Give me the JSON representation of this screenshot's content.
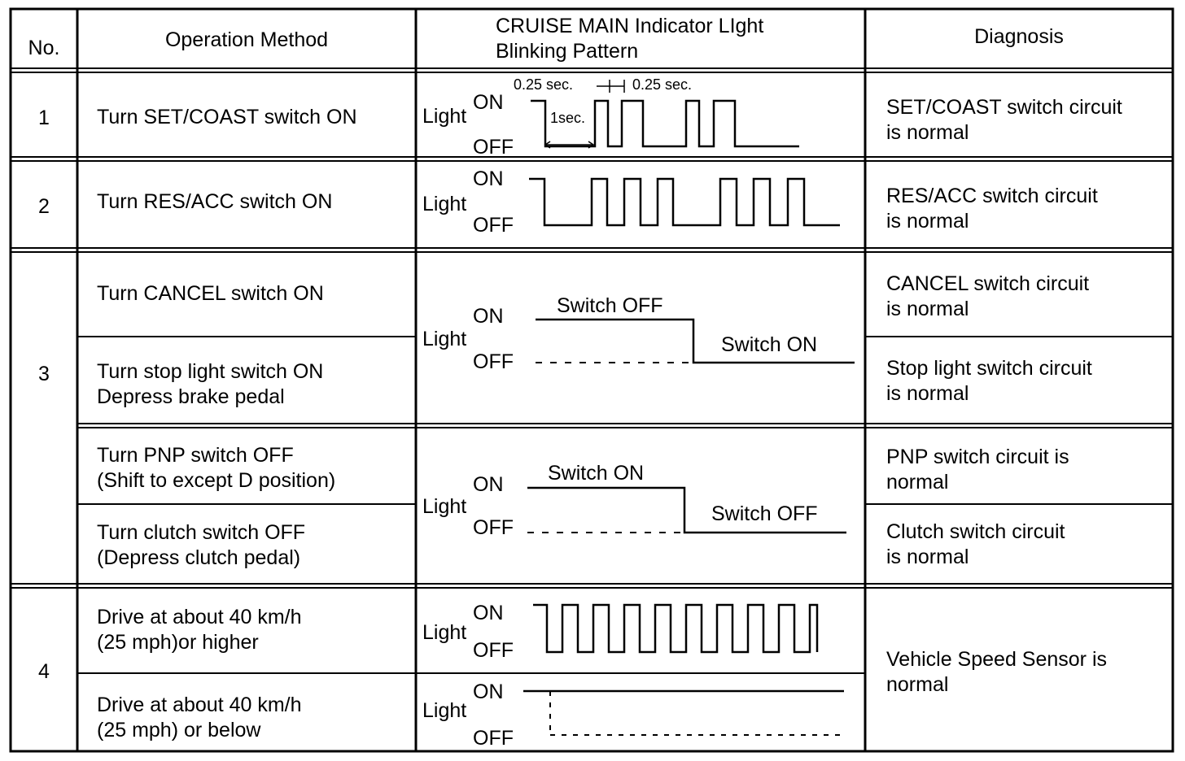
{
  "headers": {
    "no": "No.",
    "method": "Operation Method",
    "pattern_l1": "CRUISE MAIN Indicator LIght",
    "pattern_l2": "Blinking Pattern",
    "diagnosis": "Diagnosis"
  },
  "rows": [
    {
      "no": "1",
      "method": [
        "Turn SET/COAST switch ON"
      ],
      "diagnosis": [
        "SET/COAST switch circuit",
        "is normal"
      ]
    },
    {
      "no": "2",
      "method": [
        "Turn RES/ACC switch ON"
      ],
      "diagnosis": [
        "RES/ACC switch circuit",
        "is normal"
      ]
    },
    {
      "no": "3",
      "methods": [
        [
          "Turn CANCEL switch ON"
        ],
        [
          "Turn stop light switch ON",
          "Depress brake pedal"
        ],
        [
          "Turn PNP switch OFF",
          "(Shift to except D position)"
        ],
        [
          "Turn clutch switch OFF",
          "(Depress clutch pedal)"
        ]
      ],
      "diagnoses": [
        [
          "CANCEL switch circuit",
          "is normal"
        ],
        [
          "Stop light switch circuit",
          "is normal"
        ],
        [
          "PNP switch circuit is",
          "normal"
        ],
        [
          "Clutch switch circuit",
          "is normal"
        ]
      ]
    },
    {
      "no": "4",
      "methods": [
        [
          "Drive at about 40 km/h",
          "(25 mph)or higher"
        ],
        [
          "Drive at about 40 km/h",
          "(25 mph) or below"
        ]
      ],
      "diagnosis": [
        "Vehicle Speed Sensor is",
        "normal"
      ]
    }
  ],
  "waveform_labels": {
    "light": "Light",
    "on": "ON",
    "off": "OFF",
    "t_025_left": "0.25 sec.",
    "t_025_right": "0.25 sec.",
    "t_1sec": "1sec.",
    "switch_off": "Switch OFF",
    "switch_on": "Switch ON"
  }
}
